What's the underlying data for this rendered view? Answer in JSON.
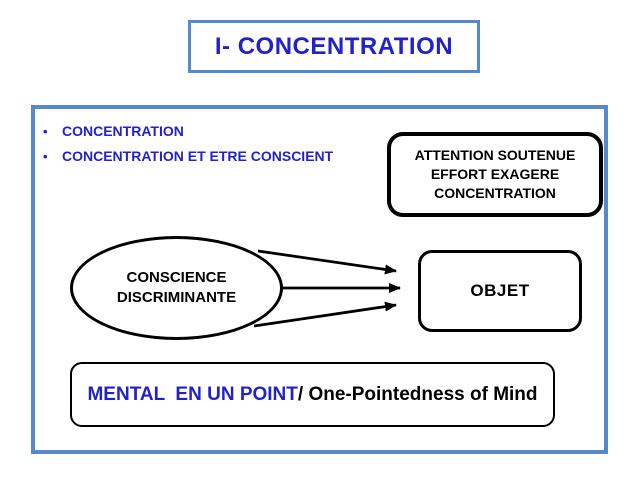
{
  "colors": {
    "frame_blue": "#5588CC",
    "text_blue": "#2222CC",
    "shape_black": "#000000",
    "background": "#ffffff"
  },
  "title": {
    "text": "I- CONCENTRATION"
  },
  "bullets": {
    "marker": "•",
    "items": [
      "CONCENTRATION",
      "CONCENTRATION ET ETRE CONSCIENT"
    ]
  },
  "diagram": {
    "attention_box": {
      "lines": [
        "ATTENTION SOUTENUE",
        "EFFORT EXAGERE",
        "CONCENTRATION"
      ]
    },
    "ellipse": {
      "lines": [
        "CONSCIENCE",
        "DISCRIMINANTE"
      ]
    },
    "object_box": {
      "label": "OBJET"
    },
    "arrows": {
      "count": 3,
      "from": "CONSCIENCE DISCRIMINANTE",
      "to": "OBJET"
    },
    "bottom_box": {
      "highlight": "MENTAL  EN UN POINT",
      "rest": "/ One-Pointedness of Mind"
    }
  }
}
